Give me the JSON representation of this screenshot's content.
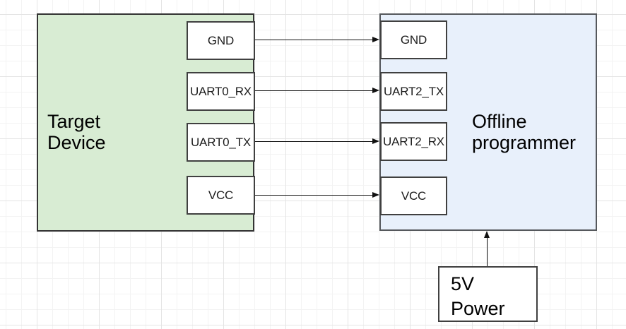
{
  "nodes": {
    "target_device": {
      "label": "Target Device",
      "pins": [
        "GND",
        "UART0_RX",
        "UART0_TX",
        "VCC"
      ]
    },
    "offline_programmer": {
      "label": "Offline programmer",
      "pins": [
        "GND",
        "UART2_TX",
        "UART2_RX",
        "VCC"
      ]
    },
    "power_supply": {
      "label": "5V Power"
    }
  },
  "connections": [
    {
      "from": "Target Device GND",
      "to": "Offline programmer GND",
      "direction": "right"
    },
    {
      "from": "Target Device UART0_RX",
      "to": "Offline programmer UART2_TX",
      "direction": "right"
    },
    {
      "from": "Target Device UART0_TX",
      "to": "Offline programmer UART2_RX",
      "direction": "right"
    },
    {
      "from": "Target Device VCC",
      "to": "Offline programmer VCC",
      "direction": "right"
    },
    {
      "from": "5V Power",
      "to": "Offline programmer",
      "direction": "up"
    }
  ],
  "colors": {
    "target_device_fill": "#d8ecd3",
    "target_device_border": "#333333",
    "offline_programmer_fill": "#e8f0fb",
    "offline_programmer_border": "#55585c",
    "pin_fill": "#ffffff",
    "pin_border": "#404040",
    "arrow": "#111111",
    "grid_minor": "#f3f3f3",
    "grid_major": "#e4e4e4",
    "background": "#ffffff"
  }
}
